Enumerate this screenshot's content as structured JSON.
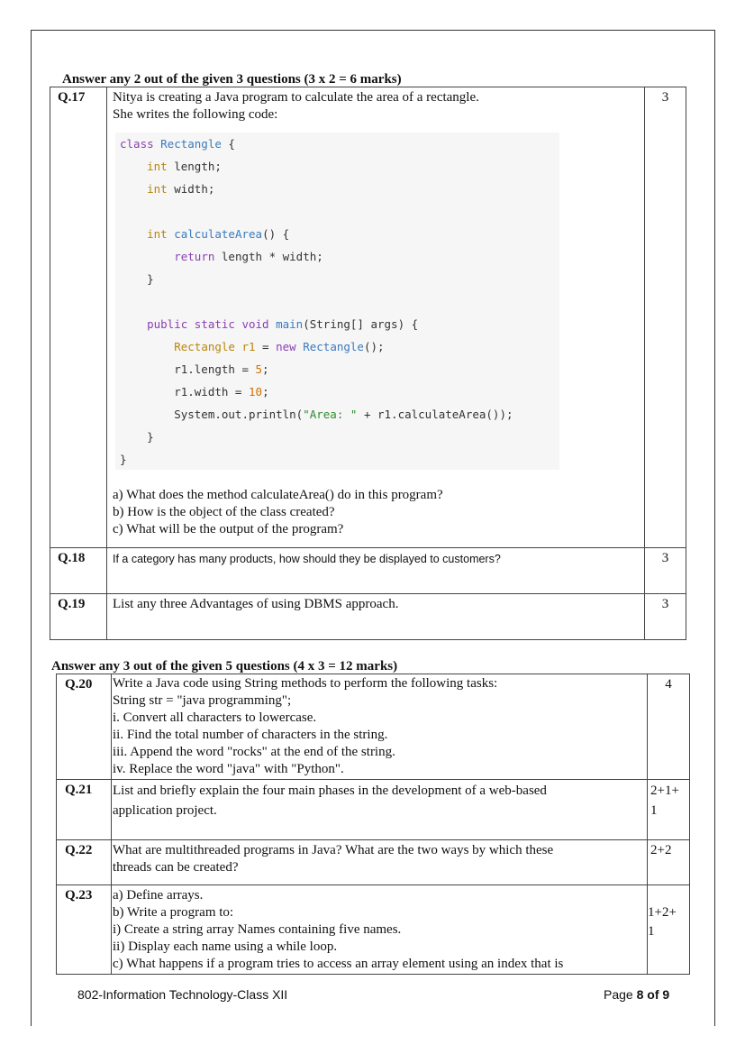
{
  "section_a": {
    "heading": "Answer any 2 out of the given 3 questions (3 x 2 = 6 marks)",
    "q17": {
      "number": "Q.17",
      "intro": [
        "Nitya is creating a Java program to calculate the area of a rectangle.",
        "She writes the following code:"
      ],
      "code": [
        [
          [
            "kw",
            "class "
          ],
          [
            "cls",
            "Rectangle"
          ],
          [
            "p",
            " {"
          ]
        ],
        [
          [
            "p",
            "    "
          ],
          [
            "ty",
            "int"
          ],
          [
            "p",
            " length;"
          ]
        ],
        [
          [
            "p",
            "    "
          ],
          [
            "ty",
            "int"
          ],
          [
            "p",
            " width;"
          ]
        ],
        [
          [
            "p",
            ""
          ]
        ],
        [
          [
            "p",
            "    "
          ],
          [
            "ty",
            "int"
          ],
          [
            "p",
            " "
          ],
          [
            "fn",
            "calculateArea"
          ],
          [
            "p",
            "() {"
          ]
        ],
        [
          [
            "p",
            "        "
          ],
          [
            "kw",
            "return"
          ],
          [
            "p",
            " length * width;"
          ]
        ],
        [
          [
            "p",
            "    }"
          ]
        ],
        [
          [
            "p",
            ""
          ]
        ],
        [
          [
            "p",
            "    "
          ],
          [
            "kw",
            "public static void"
          ],
          [
            "p",
            " "
          ],
          [
            "fn",
            "main"
          ],
          [
            "p",
            "(String[] args) {"
          ]
        ],
        [
          [
            "p",
            "        "
          ],
          [
            "ty",
            "Rectangle r1"
          ],
          [
            "p",
            " = "
          ],
          [
            "kw",
            "new"
          ],
          [
            "p",
            " "
          ],
          [
            "cls",
            "Rectangle"
          ],
          [
            "p",
            "();"
          ]
        ],
        [
          [
            "p",
            "        r1.length = "
          ],
          [
            "num",
            "5"
          ],
          [
            "p",
            ";"
          ]
        ],
        [
          [
            "p",
            "        r1.width = "
          ],
          [
            "num",
            "10"
          ],
          [
            "p",
            ";"
          ]
        ],
        [
          [
            "p",
            "        System.out.println("
          ],
          [
            "str",
            "\"Area: \""
          ],
          [
            "p",
            " + r1.calculateArea());"
          ]
        ],
        [
          [
            "p",
            "    }"
          ]
        ],
        [
          [
            "p",
            "}"
          ]
        ]
      ],
      "subquestions": [
        "a) What does the method calculateArea() do in this program?",
        "b) How is the object of the class created?",
        "c) What will be the output of the program?"
      ],
      "marks": "3"
    },
    "q18": {
      "number": "Q.18",
      "text": "If a category has many products, how should they be displayed to customers?",
      "marks": "3"
    },
    "q19": {
      "number": "Q.19",
      "text": "List any three Advantages of using DBMS approach.",
      "marks": "3"
    }
  },
  "section_b": {
    "heading": "Answer any 3 out of the given 5 questions (4 x 3 = 12 marks)",
    "q20": {
      "number": "Q.20",
      "lines": [
        "Write a Java code using String methods to perform the following tasks:",
        "String str = \"java programming\";",
        "i. Convert all characters to lowercase.",
        "ii. Find the total number of characters in the string.",
        "iii. Append the word \"rocks\" at the end of the string.",
        "iv. Replace the word \"java\" with \"Python\"."
      ],
      "marks": "4"
    },
    "q21": {
      "number": "Q.21",
      "lines": [
        "List and briefly explain the four main phases in the development of a web-based",
        "application project."
      ],
      "marks": [
        "2+1+",
        "1"
      ]
    },
    "q22": {
      "number": "Q.22",
      "lines": [
        "What are multithreaded programs in Java? What are the two ways by which these",
        "threads can be created?"
      ],
      "marks": "2+2"
    },
    "q23": {
      "number": "Q.23",
      "lines": [
        "a) Define arrays.",
        "b) Write a program to:",
        "i) Create a string array Names containing five names.",
        "ii) Display each name using a while loop.",
        "c) What happens if a program tries to access an array element using an index that is"
      ],
      "marks": [
        "1+2+",
        "1"
      ]
    }
  },
  "footer": {
    "left": "802-Information Technology-Class XII",
    "page_label": "Page",
    "page_current": "8",
    "page_of": "of",
    "page_total": "9"
  }
}
